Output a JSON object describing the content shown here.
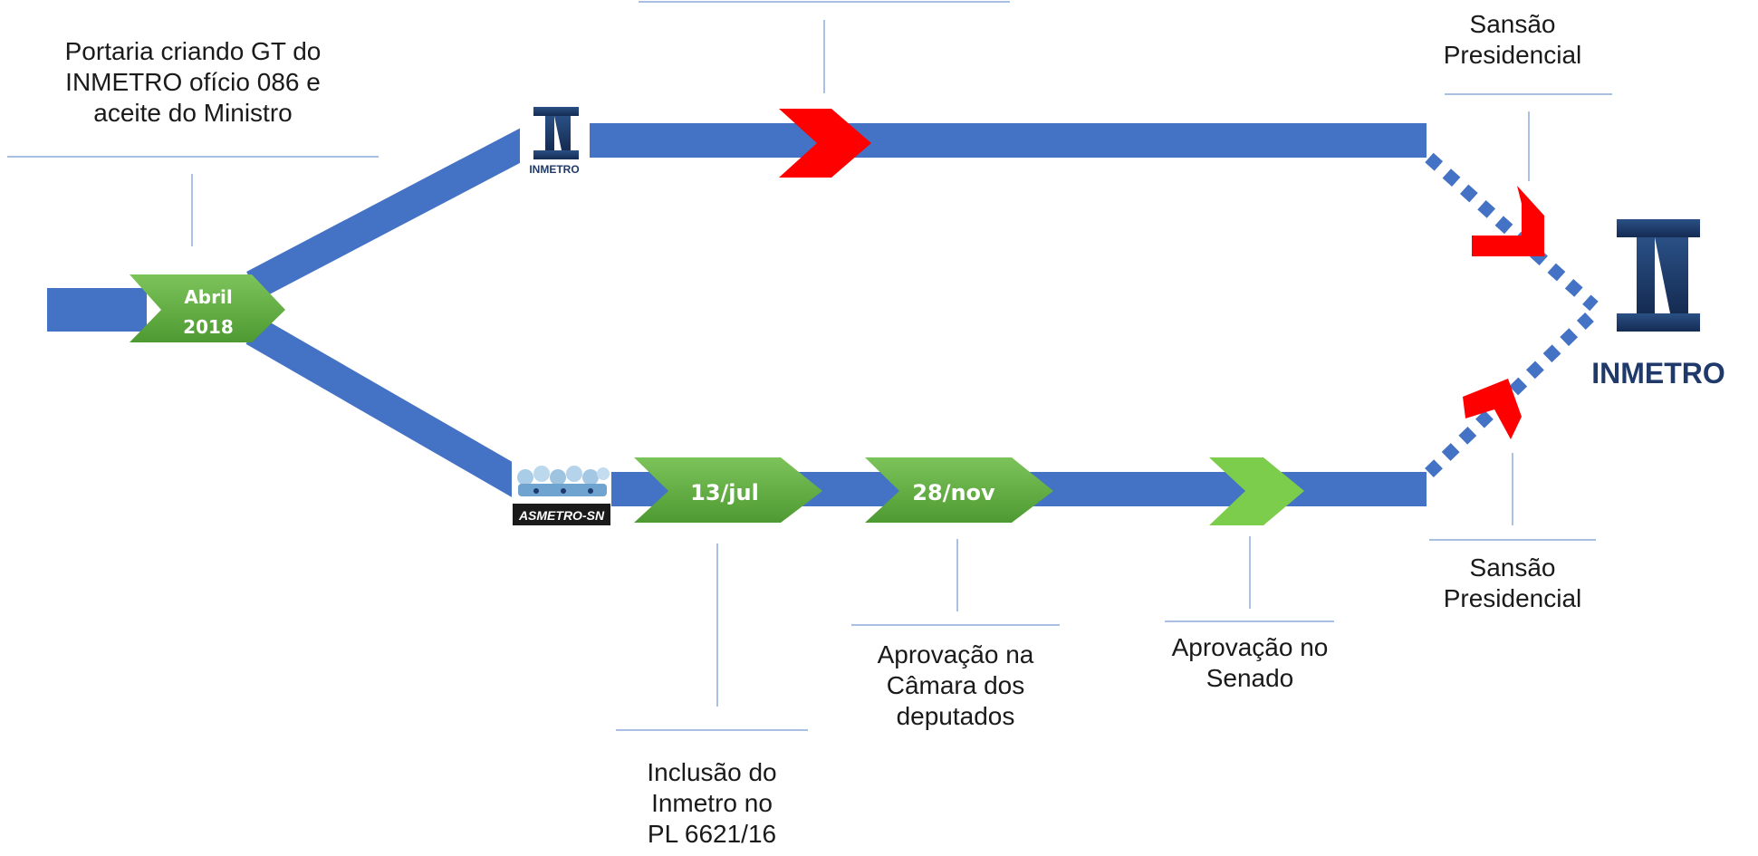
{
  "labels": {
    "portaria": "Portaria criando GT do\nINMETRO ofício 086 e\naceite do Ministro",
    "sansao_top": "Sansão\nPresidencial",
    "sansao_bottom": "Sansão\nPresidencial",
    "inclusao": "Inclusão do\nInmetro no\nPL 6621/16",
    "camara": "Aprovação na\nCâmara dos\ndeputados",
    "senado": "Aprovação no\nSenado"
  },
  "milestones": {
    "abril_line1": "Abril",
    "abril_line2": "2018",
    "jul": "13/jul",
    "nov": "28/nov"
  },
  "logos": {
    "inmetro_small": "INMETRO",
    "inmetro_big": "INMETRO",
    "asmetro": "ASMETRO-SN"
  },
  "colors": {
    "track": "#4472c4",
    "milestone_green": "#5fb040",
    "milestone_light_green": "#7ccd4b",
    "alert_red": "#ff0000",
    "logo_navy": "#1f3a6a",
    "leader_line": "#8eaadb"
  }
}
